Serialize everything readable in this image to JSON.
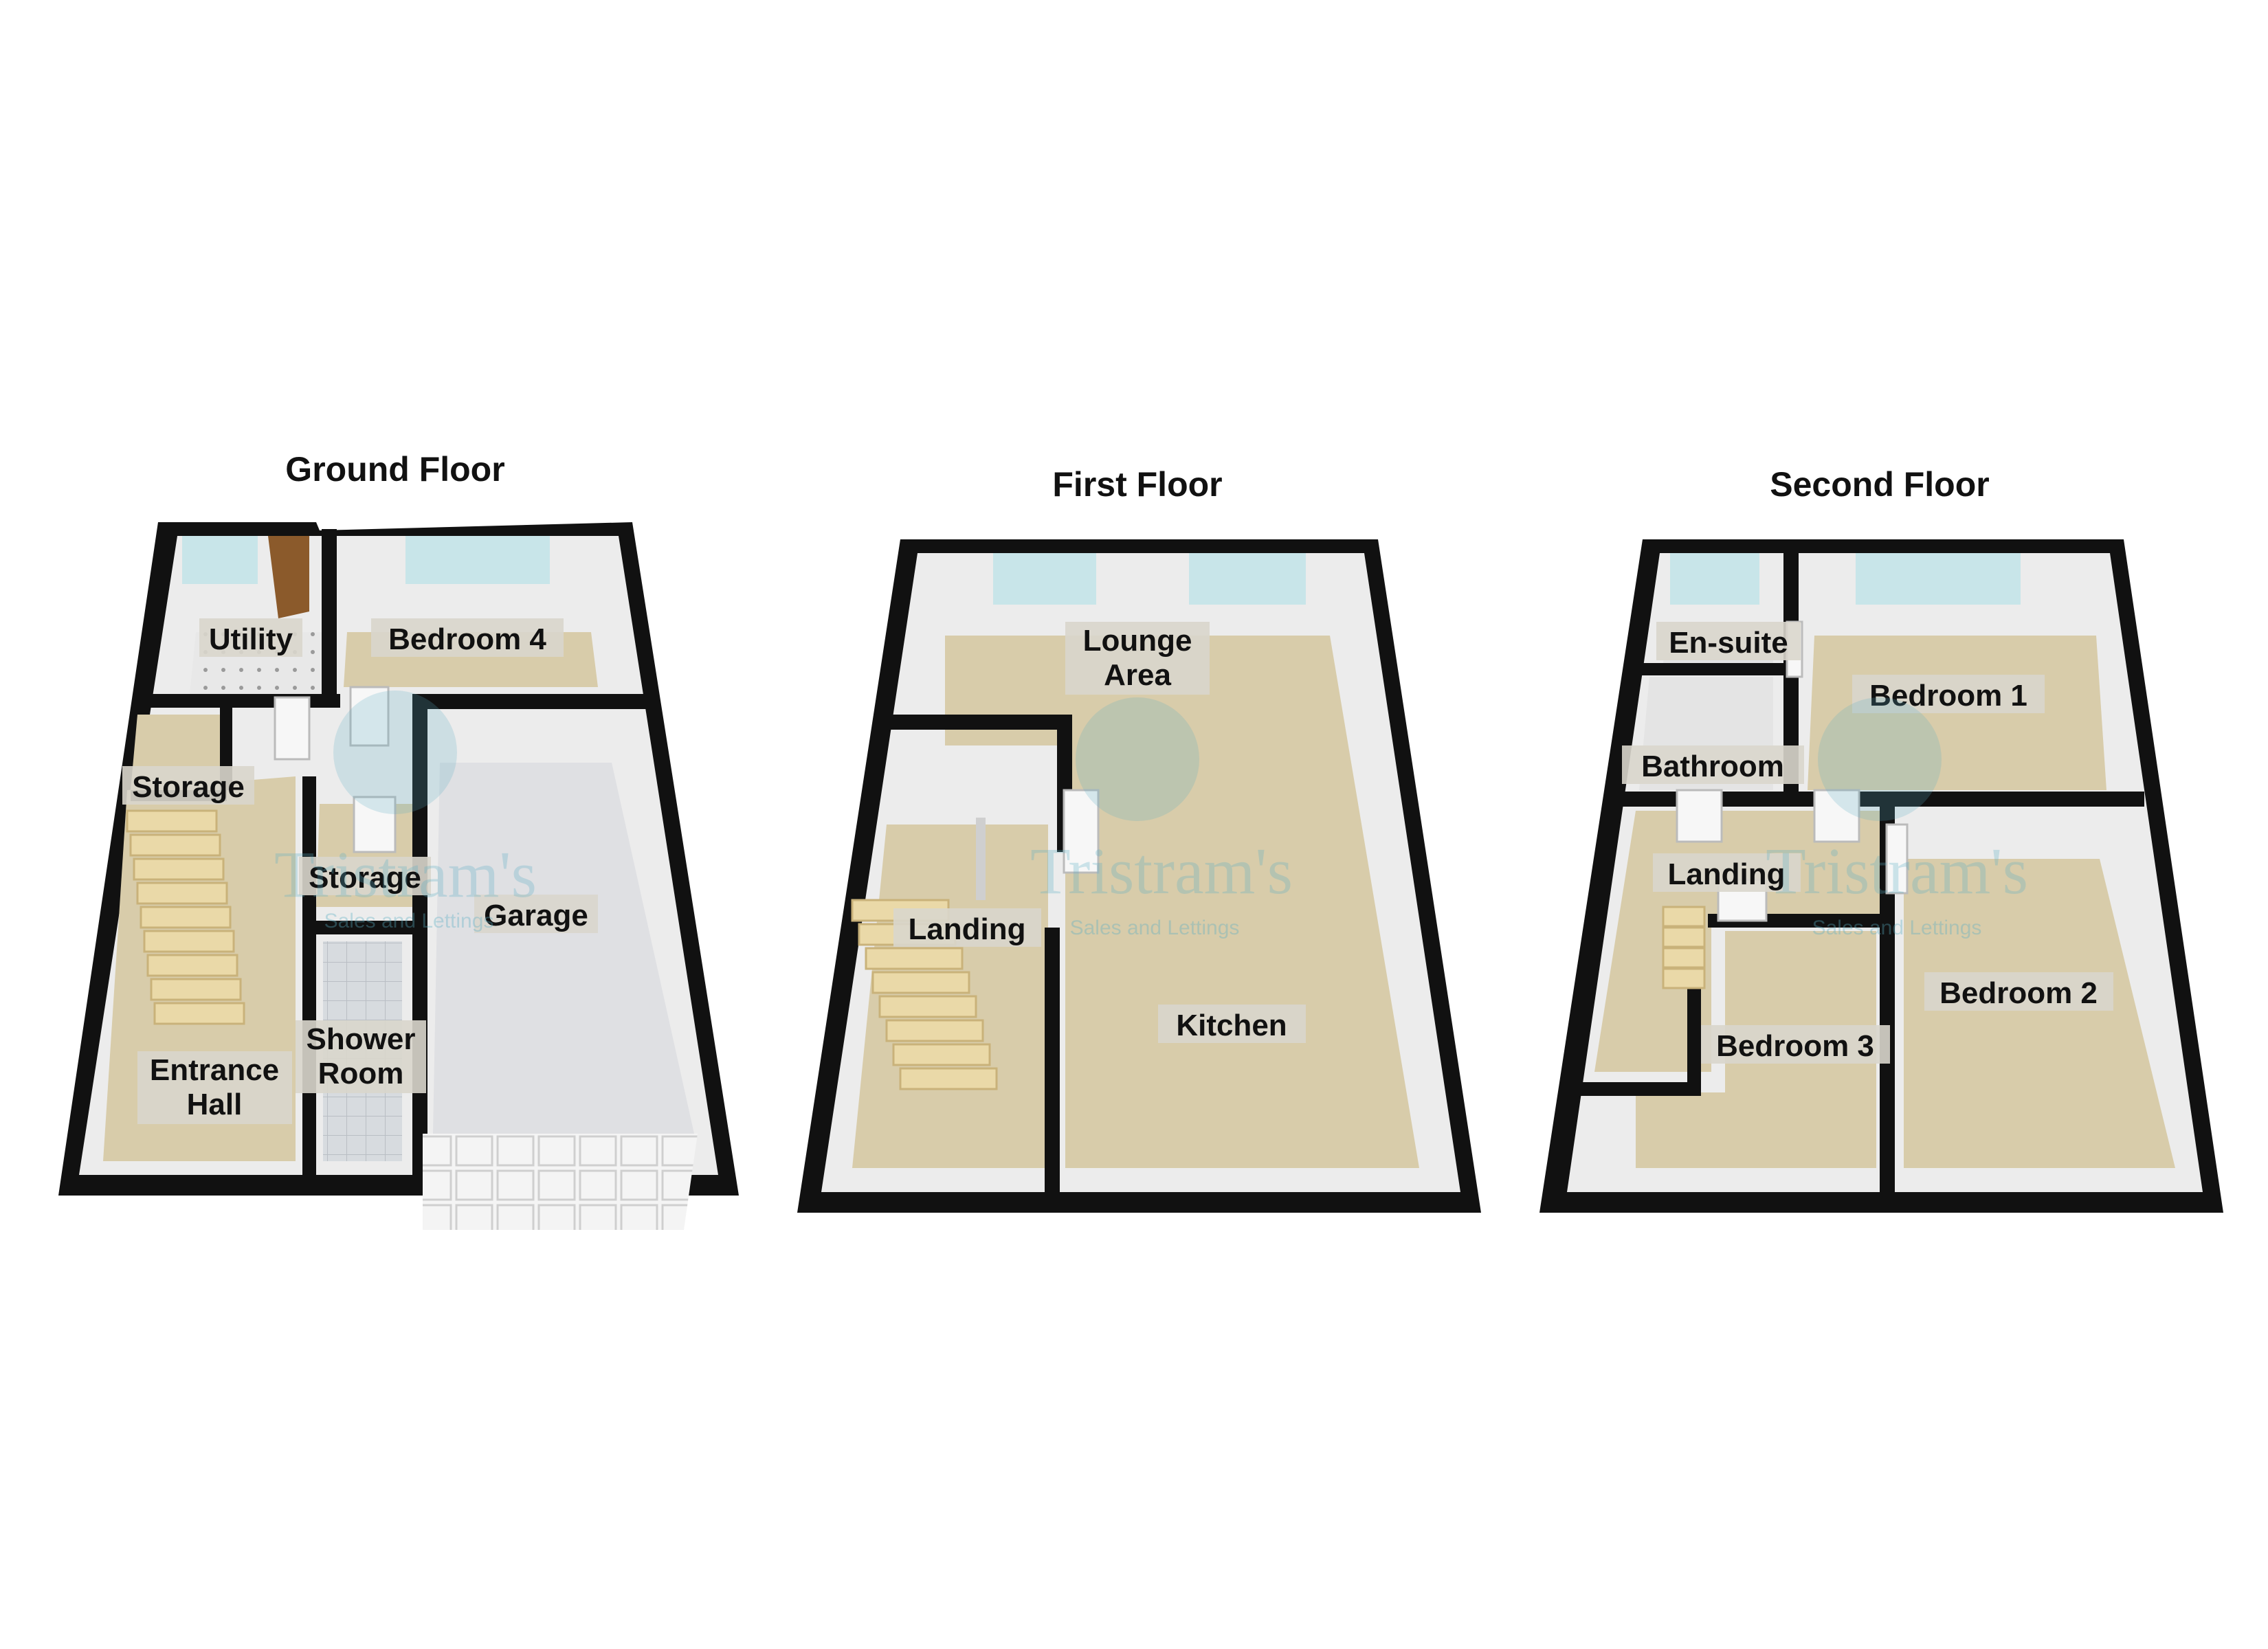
{
  "floors": [
    {
      "title": "Ground Floor",
      "rooms": [
        "Utility",
        "Bedroom 4",
        "Storage",
        "Storage",
        "Garage",
        "Shower",
        "Room",
        "Entrance",
        "Hall"
      ]
    },
    {
      "title": "First Floor",
      "rooms": [
        "Lounge",
        "Area",
        "Landing",
        "Kitchen"
      ]
    },
    {
      "title": "Second Floor",
      "rooms": [
        "En-suite",
        "Bedroom 1",
        "Bathroom",
        "Landing",
        "Bedroom 2",
        "Bedroom 3"
      ]
    }
  ],
  "watermark": {
    "brand": "Tristram's",
    "sub": "Sales and Lettings",
    "icon": "house-logo-icon"
  },
  "colors": {
    "wall": "#111111",
    "carpet": "#d8ccaa",
    "grey_floor": "#dfe0e3",
    "tile_floor": "#d7dbdf",
    "inner_wall": "#ececec",
    "window_glass": "#bfe3e8",
    "door_wood": "#8b5a2b",
    "stairs": "#ead9a8",
    "watermark": "#5aaec4"
  }
}
